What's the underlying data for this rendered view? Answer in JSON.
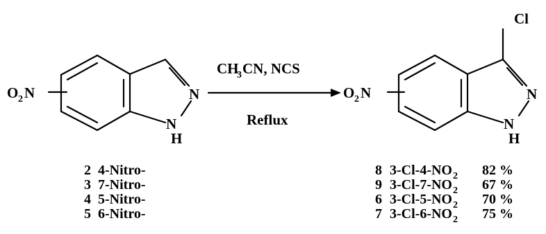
{
  "reactant": {
    "substituent": {
      "base": "O",
      "sub": "2",
      "tail": "N"
    },
    "ring_n": "N",
    "nh_n": "N",
    "nh_h": "H"
  },
  "conditions": {
    "reagents": {
      "a": "CH",
      "a_sub": "3",
      "b": "CN, NCS"
    },
    "below": "Reflux"
  },
  "product": {
    "substituent": {
      "base": "O",
      "sub": "2",
      "tail": "N"
    },
    "chloro": "Cl",
    "ring_n": "N",
    "nh_n": "N",
    "nh_h": "H"
  },
  "reactant_list": [
    {
      "num": "2",
      "label": "4-Nitro-"
    },
    {
      "num": "3",
      "label": "7-Nitro-"
    },
    {
      "num": "4",
      "label": "5-Nitro-"
    },
    {
      "num": "5",
      "label": "6-Nitro-"
    }
  ],
  "product_list": [
    {
      "num": "8",
      "label": "3-Cl-4-NO",
      "sub": "2",
      "yield": "82 %"
    },
    {
      "num": "9",
      "label": "3-Cl-7-NO",
      "sub": "2",
      "yield": "67 %"
    },
    {
      "num": "6",
      "label": "3-Cl-5-NO",
      "sub": "2",
      "yield": "70 %"
    },
    {
      "num": "7",
      "label": "3-Cl-6-NO",
      "sub": "2",
      "yield": "75 %"
    }
  ]
}
